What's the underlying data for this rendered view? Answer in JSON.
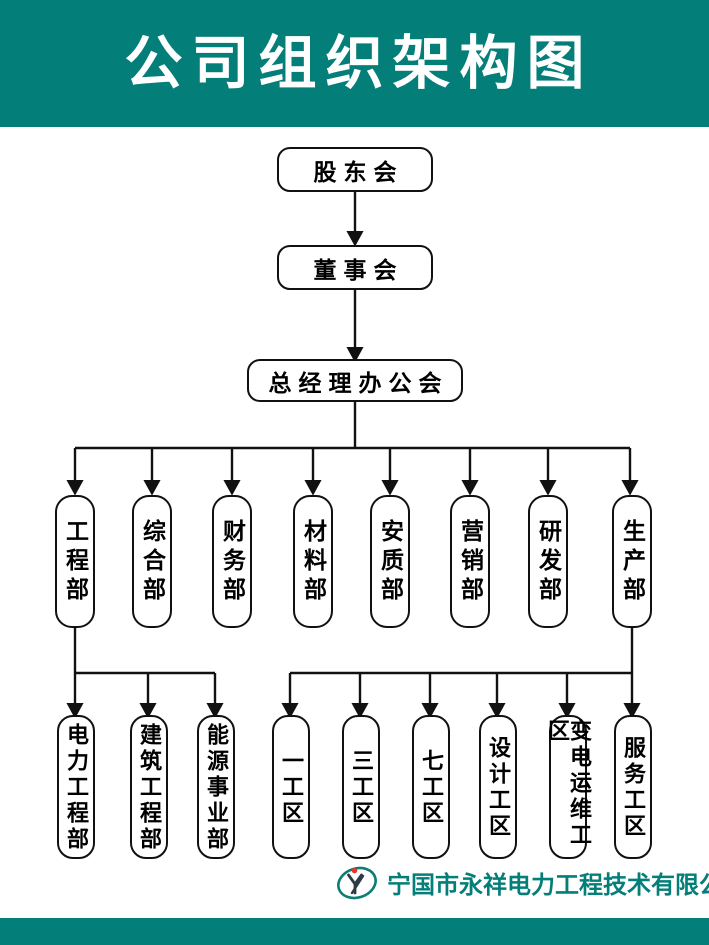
{
  "header": {
    "title": "公司组织架构图",
    "background_color": "#047e79",
    "text_color": "#ffffff"
  },
  "footer": {
    "band_color": "#047e79",
    "company_name": "宁国市永祥电力工程技术有限公司",
    "company_name_color": "#047e79",
    "logo_name": "yongxiang-circle-logo",
    "logo_colors": {
      "ring": "#0b7d72",
      "mark": "#2f3b44",
      "dot": "#e8342a"
    }
  },
  "chart_data": {
    "type": "diagram",
    "title": "公司组织架构图",
    "orientation": "top-down",
    "box_border_color": "#111111",
    "box_fill_color": "#ffffff",
    "connector_color": "#111111",
    "levels": [
      {
        "level": 1,
        "nodes": [
          {
            "id": "shareholders",
            "label": "股东会",
            "orientation": "horizontal"
          }
        ]
      },
      {
        "level": 2,
        "nodes": [
          {
            "id": "board",
            "label": "董事会",
            "orientation": "horizontal"
          }
        ]
      },
      {
        "level": 3,
        "nodes": [
          {
            "id": "gm-office",
            "label": "总经理办公会",
            "orientation": "horizontal"
          }
        ]
      },
      {
        "level": 4,
        "nodes": [
          {
            "id": "dept-engineering",
            "label": "工程部",
            "orientation": "vertical"
          },
          {
            "id": "dept-general",
            "label": "综合部",
            "orientation": "vertical"
          },
          {
            "id": "dept-finance",
            "label": "财务部",
            "orientation": "vertical"
          },
          {
            "id": "dept-materials",
            "label": "材料部",
            "orientation": "vertical"
          },
          {
            "id": "dept-safety-quality",
            "label": "安质部",
            "orientation": "vertical"
          },
          {
            "id": "dept-marketing",
            "label": "营销部",
            "orientation": "vertical"
          },
          {
            "id": "dept-rnd",
            "label": "研发部",
            "orientation": "vertical"
          },
          {
            "id": "dept-production",
            "label": "生产部",
            "orientation": "vertical"
          }
        ]
      },
      {
        "level": 5,
        "nodes": [
          {
            "id": "sub-power-engineering",
            "label": "电力工程部",
            "orientation": "vertical",
            "parent": "dept-engineering"
          },
          {
            "id": "sub-construction-engineering",
            "label": "建筑工程部",
            "orientation": "vertical",
            "parent": "dept-engineering"
          },
          {
            "id": "sub-energy-division",
            "label": "能源事业部",
            "orientation": "vertical",
            "parent": "dept-engineering"
          },
          {
            "id": "zone-1",
            "label": "一工区",
            "orientation": "vertical",
            "parent": "dept-production"
          },
          {
            "id": "zone-3",
            "label": "三工区",
            "orientation": "vertical",
            "parent": "dept-production"
          },
          {
            "id": "zone-7",
            "label": "七工区",
            "orientation": "vertical",
            "parent": "dept-production"
          },
          {
            "id": "zone-design",
            "label": "设计工区",
            "orientation": "vertical",
            "parent": "dept-production"
          },
          {
            "id": "zone-substation-om",
            "label": "变电运维工区",
            "orientation": "vertical",
            "parent": "dept-production"
          },
          {
            "id": "zone-service",
            "label": "服务工区",
            "orientation": "vertical",
            "parent": "dept-production"
          }
        ]
      }
    ],
    "edges": [
      {
        "from": "shareholders",
        "to": "board"
      },
      {
        "from": "board",
        "to": "gm-office"
      },
      {
        "from": "gm-office",
        "to": "dept-engineering"
      },
      {
        "from": "gm-office",
        "to": "dept-general"
      },
      {
        "from": "gm-office",
        "to": "dept-finance"
      },
      {
        "from": "gm-office",
        "to": "dept-materials"
      },
      {
        "from": "gm-office",
        "to": "dept-safety-quality"
      },
      {
        "from": "gm-office",
        "to": "dept-marketing"
      },
      {
        "from": "gm-office",
        "to": "dept-rnd"
      },
      {
        "from": "gm-office",
        "to": "dept-production"
      },
      {
        "from": "dept-engineering",
        "to": "sub-power-engineering"
      },
      {
        "from": "dept-engineering",
        "to": "sub-construction-engineering"
      },
      {
        "from": "dept-engineering",
        "to": "sub-energy-division"
      },
      {
        "from": "dept-production",
        "to": "zone-1"
      },
      {
        "from": "dept-production",
        "to": "zone-3"
      },
      {
        "from": "dept-production",
        "to": "zone-7"
      },
      {
        "from": "dept-production",
        "to": "zone-design"
      },
      {
        "from": "dept-production",
        "to": "zone-substation-om"
      },
      {
        "from": "dept-production",
        "to": "zone-service"
      }
    ]
  }
}
